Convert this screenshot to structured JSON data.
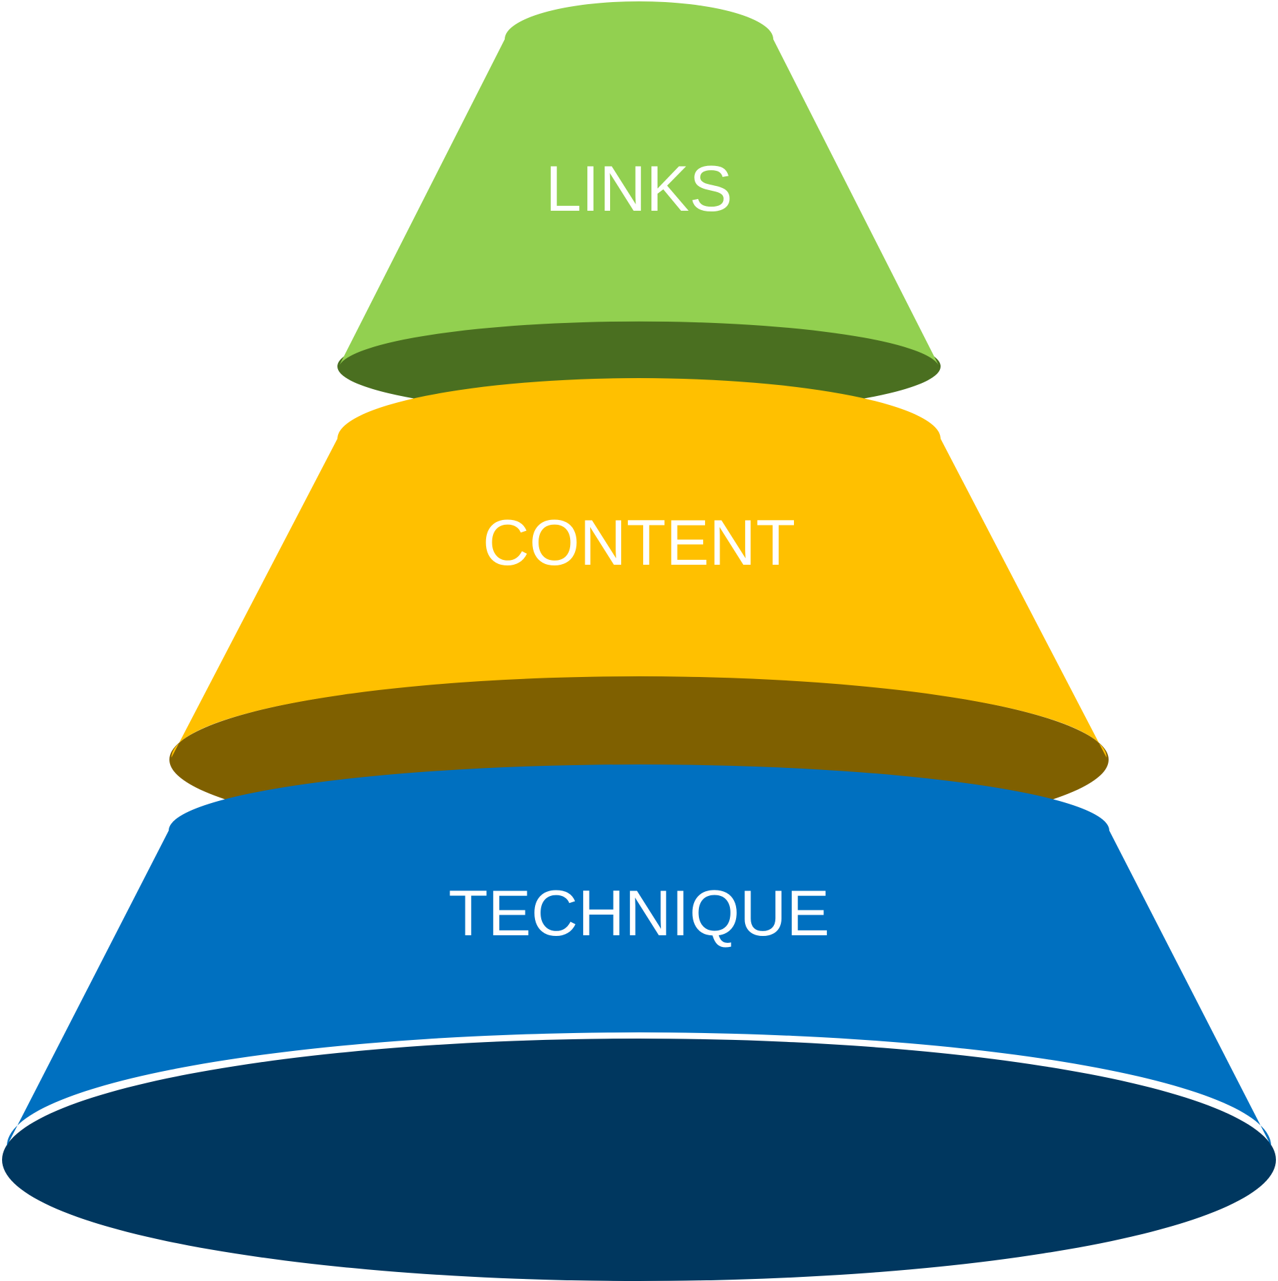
{
  "layers": [
    {
      "label": "LINKS",
      "side_color": "#92d050",
      "base_color": "#4a6f20"
    },
    {
      "label": "CONTENT",
      "side_color": "#ffc000",
      "base_color": "#7f6000"
    },
    {
      "label": "TECHNIQUE",
      "side_color": "#0070c0",
      "base_color": "#00375f"
    }
  ]
}
